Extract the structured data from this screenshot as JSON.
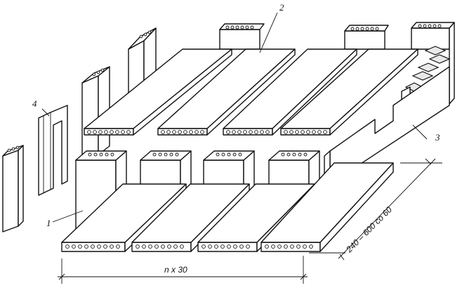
{
  "labels": {
    "l1": "1",
    "l2": "2",
    "l3": "3",
    "l4": "4"
  },
  "dimensions": {
    "width_dim": "n x 30",
    "depth_dim": "240 – 600 со 60"
  }
}
